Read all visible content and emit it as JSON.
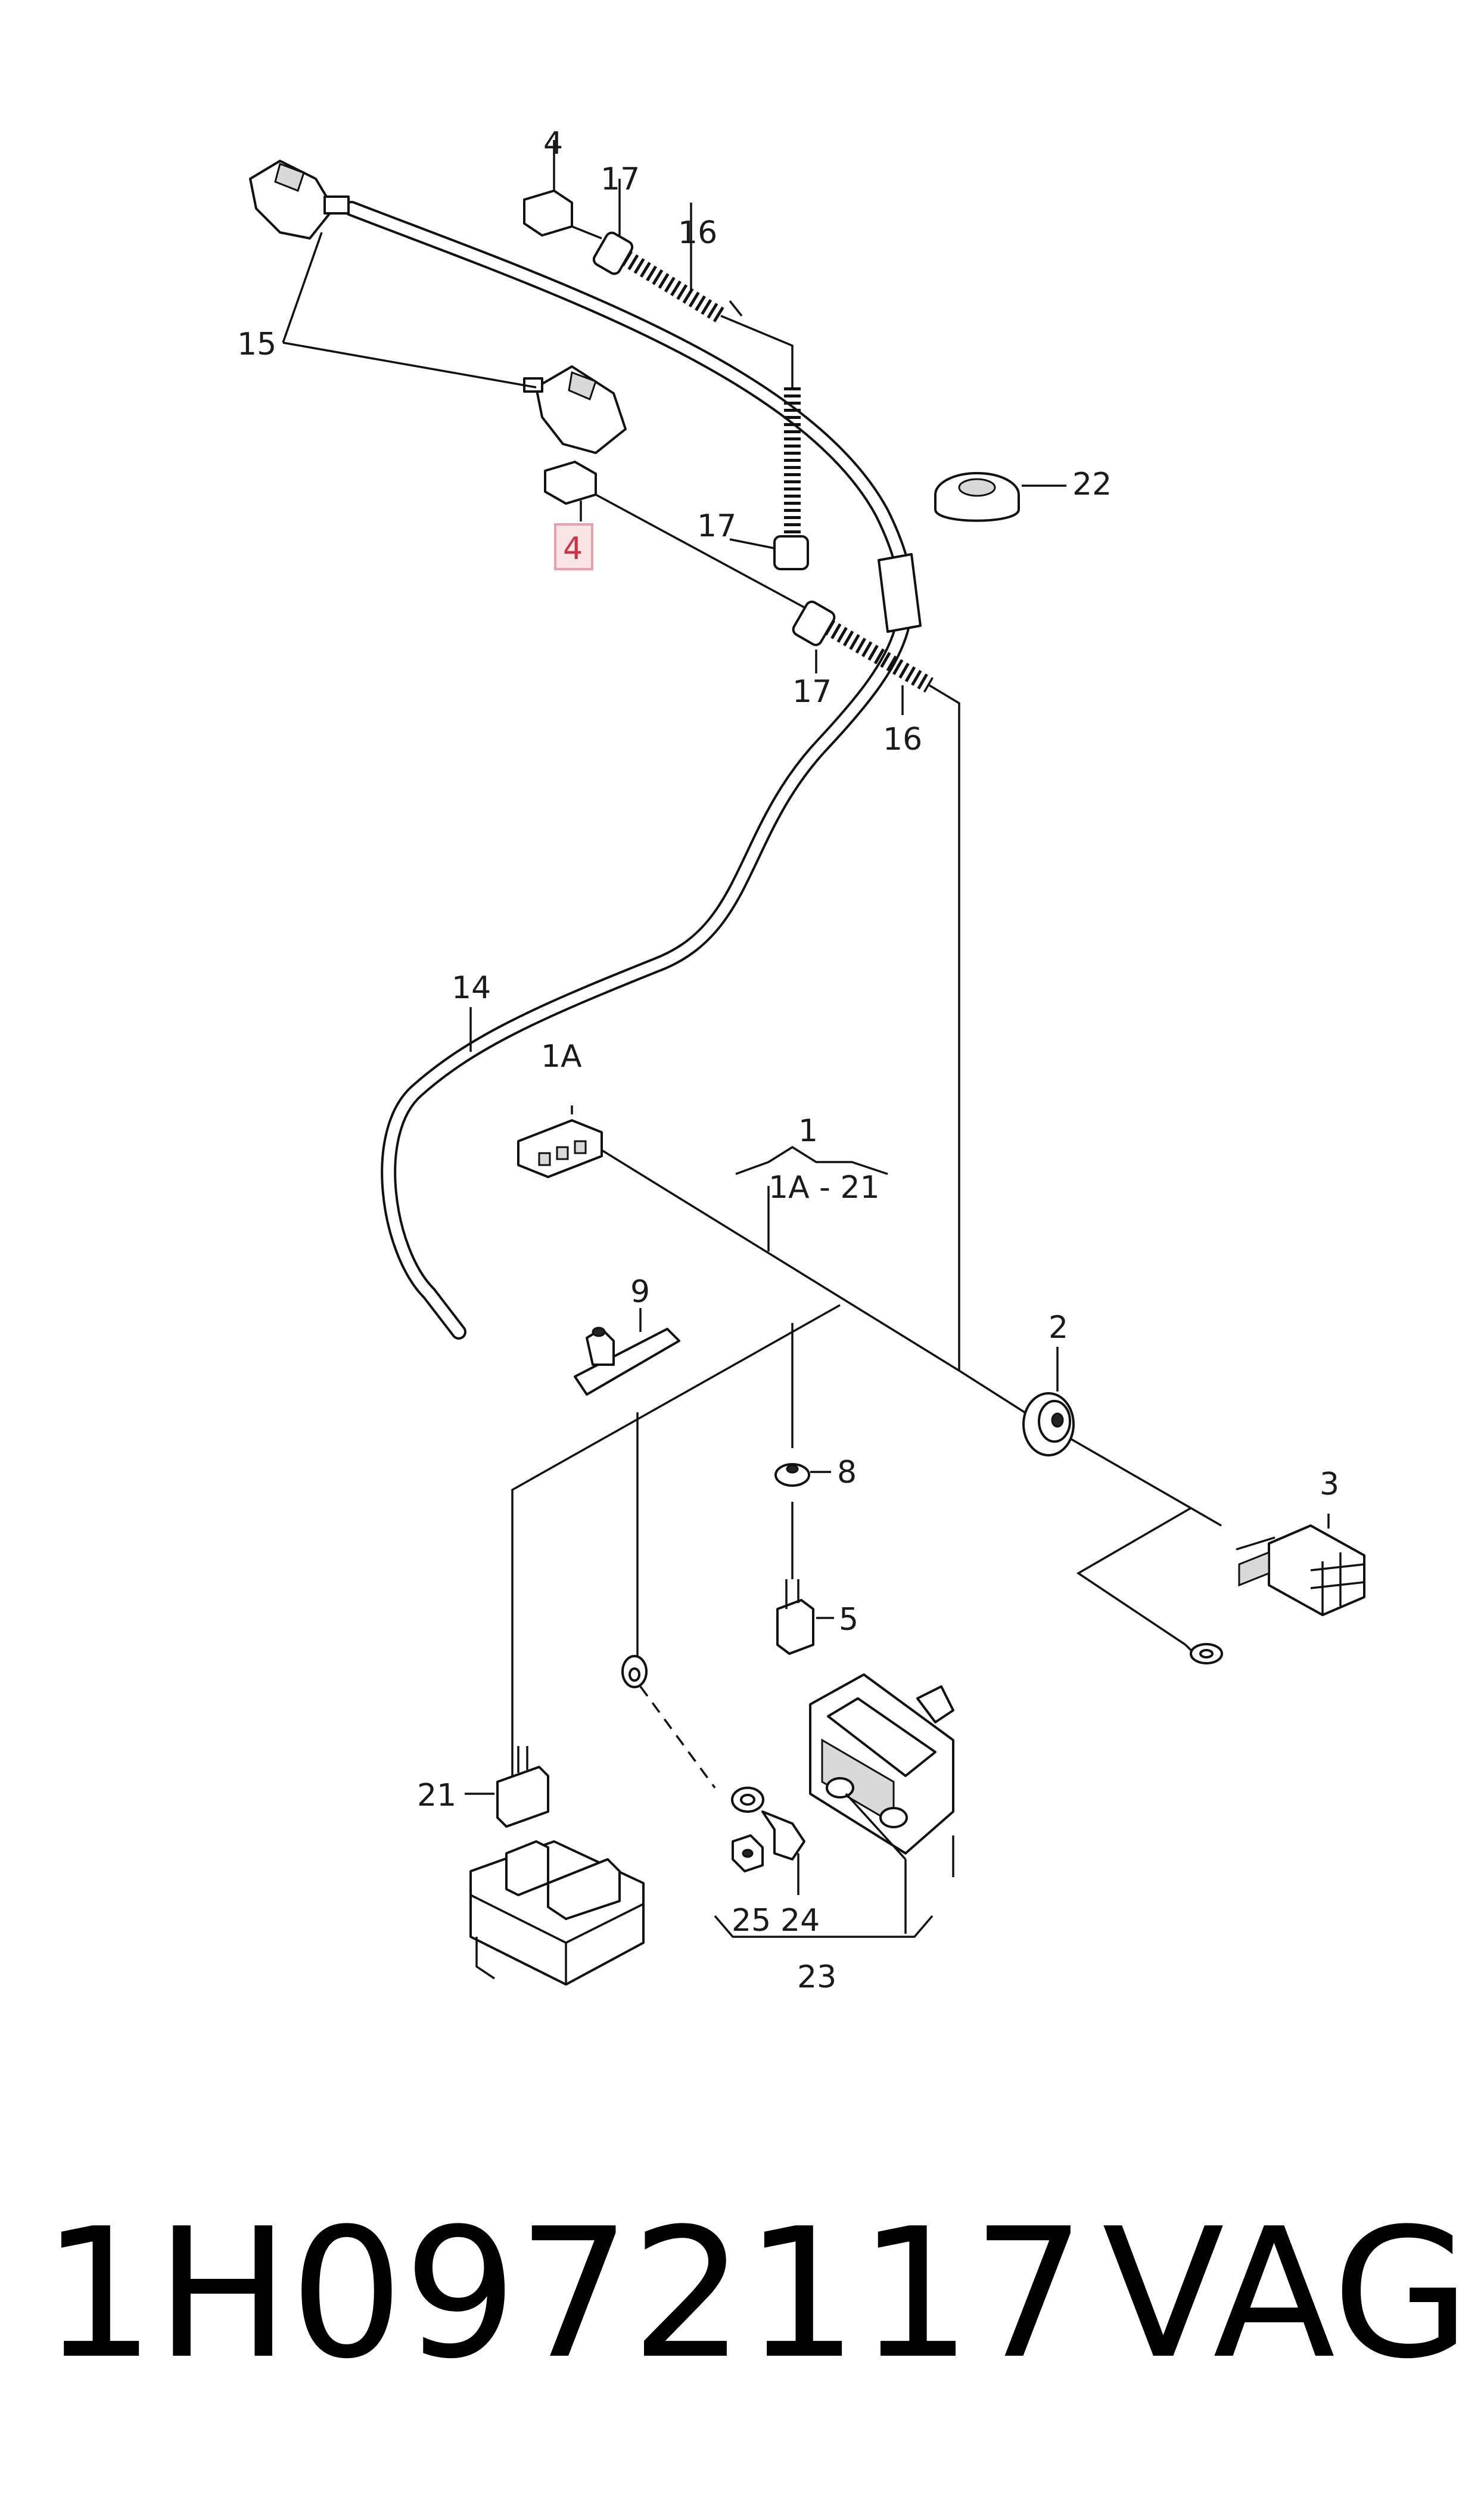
{
  "callouts": {
    "c1": "1",
    "c1_range": "1A - 21",
    "c1a": "1A",
    "c2": "2",
    "c3": "3",
    "c4_top": "4",
    "c4_highlight": "4",
    "c5": "5",
    "c8": "8",
    "c9": "9",
    "c14": "14",
    "c15": "15",
    "c16_top": "16",
    "c16_bottom": "16",
    "c17_top": "17",
    "c17_mid": "17",
    "c17_bottom": "17",
    "c21": "21",
    "c22": "22",
    "c23": "23",
    "c24": "24",
    "c25": "25"
  },
  "footer": {
    "part_number": "1H0972117",
    "brand": "VAG"
  },
  "colors": {
    "highlight_border": "#e8a0aa",
    "highlight_fill": "#fbe3e6",
    "highlight_text": "#d03040"
  }
}
